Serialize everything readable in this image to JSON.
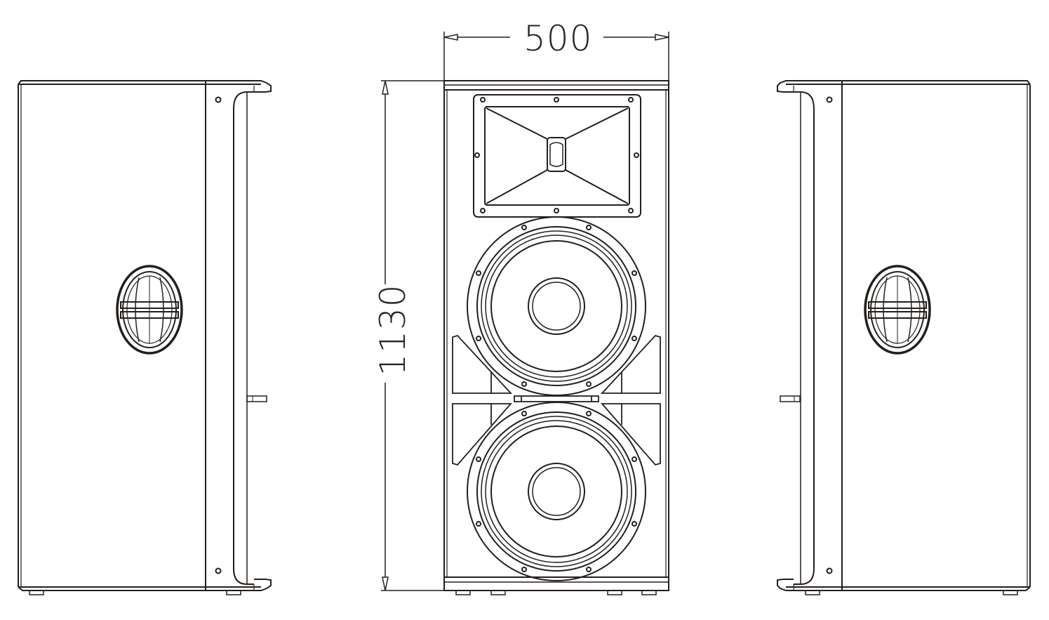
{
  "header": {
    "title_cutoff_text": "",
    "title_color": "#1a3fa8"
  },
  "drawing": {
    "subject": "two-way loudspeaker cabinet, dual woofer",
    "line_color": "#231f1c",
    "background": "#ffffff",
    "views": [
      {
        "name": "left-side-view",
        "features": [
          "side handle",
          "pole mount bracket",
          "screws",
          "feet"
        ]
      },
      {
        "name": "front-view",
        "features": [
          "horn tweeter",
          "upper woofer",
          "lower woofer",
          "bass ports",
          "feet"
        ]
      },
      {
        "name": "right-side-view",
        "features": [
          "side handle",
          "pole mount bracket",
          "screws",
          "feet"
        ]
      }
    ],
    "dimensions": {
      "width": {
        "value": "500",
        "unit": "mm"
      },
      "height": {
        "value": "1130",
        "unit": "mm"
      }
    }
  }
}
